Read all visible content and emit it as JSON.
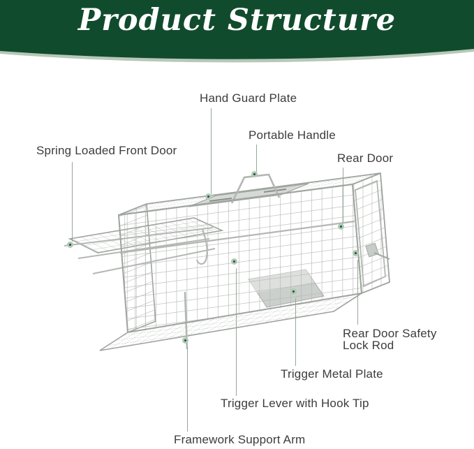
{
  "banner": {
    "title": "Product Structure"
  },
  "theme": {
    "banner-bg": "#114b2d",
    "banner-underline": "#b7c8b7",
    "title-color": "#ffffff",
    "label-color": "#3c3c3c",
    "leader": "#97a797",
    "marker": "#17552f",
    "marker-ring": "#b3c8b6",
    "wire": "#b3b7b3",
    "wire-dark": "#9fa49f",
    "plate": "#d6dad6",
    "plate2": "#ccd0cc"
  },
  "diagram": {
    "subject": "wireframe illustration of a spring-loaded live animal cage trap",
    "callouts": [
      {
        "id": "spring-loaded-front-door",
        "label": "Spring Loaded Front Door"
      },
      {
        "id": "hand-guard-plate",
        "label": "Hand Guard Plate"
      },
      {
        "id": "portable-handle",
        "label": "Portable Handle"
      },
      {
        "id": "rear-door",
        "label": "Rear Door"
      },
      {
        "id": "rear-door-safety-lock-rod",
        "label": "Rear Door Safety Lock Rod"
      },
      {
        "id": "trigger-metal-plate",
        "label": "Trigger Metal Plate"
      },
      {
        "id": "trigger-lever-with-hook-tip",
        "label": "Trigger Lever with Hook Tip"
      },
      {
        "id": "framework-support-arm",
        "label": "Framework Support Arm"
      }
    ]
  }
}
